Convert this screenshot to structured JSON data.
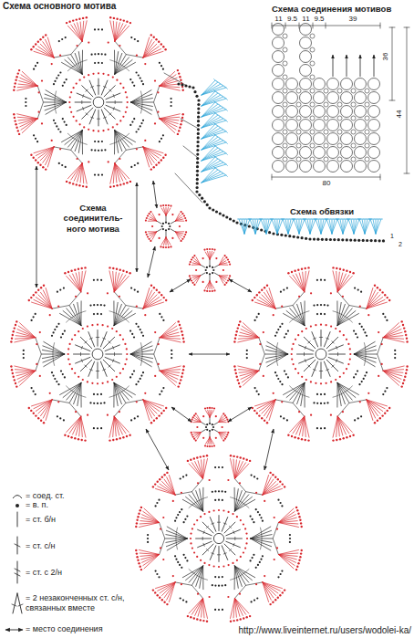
{
  "diagram": {
    "title": "Схема основного мотива",
    "labels": [
      "Схема соединения мотивов",
      "11",
      "9.5",
      "11",
      "9.5",
      "39",
      "36",
      "44",
      "80",
      "Схема соединитель- ного мотива",
      "Схема обвязки",
      "1",
      "2",
      "http://www.liveinternet.ru/users/wodolei-ka/"
    ],
    "legend": [
      {
        "text": "= соед. ст."
      },
      {
        "text": "= в. п."
      },
      {
        "text": "= ст. б/н"
      },
      {
        "text": "= ст. с/н"
      },
      {
        "text": "= ст. с 2/н"
      },
      {
        "text": "= 2 незаконченных ст. с/н, связанных вместе"
      },
      {
        "text": "= место соединения"
      }
    ]
  }
}
